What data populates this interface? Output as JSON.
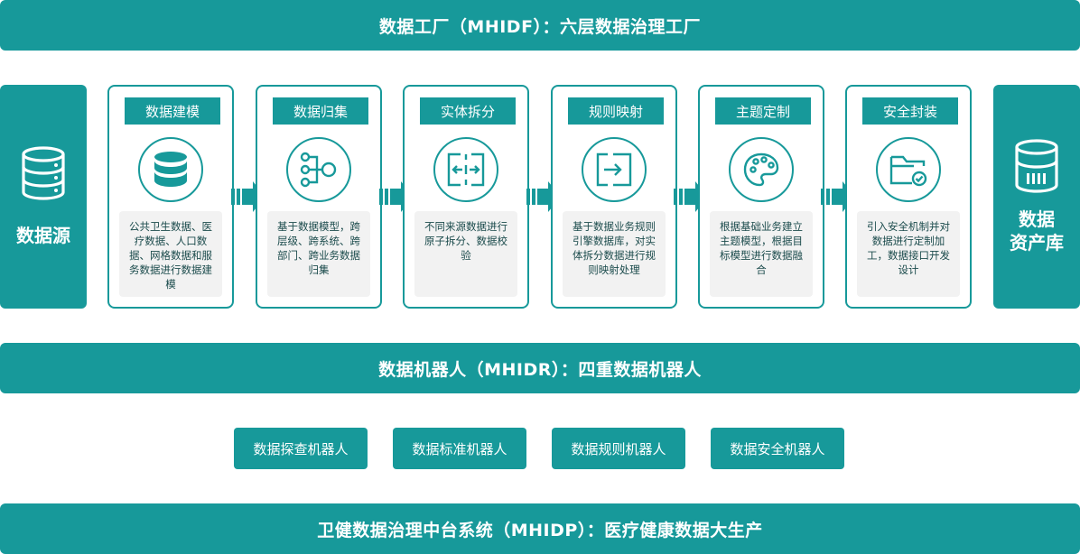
{
  "top_banner": {
    "title": "数据工厂（MHIDF）：六层数据治理工厂"
  },
  "left_panel": {
    "label_line1": "数据源"
  },
  "right_panel": {
    "label_line1": "数据",
    "label_line2": "资产库"
  },
  "steps": [
    {
      "title": "数据建模",
      "desc": "公共卫生数据、医疗数据、人口数据、网格数据和服务数据进行数据建模"
    },
    {
      "title": "数据归集",
      "desc": "基于数据模型，跨层级、跨系统、跨部门、跨业务数据归集"
    },
    {
      "title": "实体拆分",
      "desc": "不同来源数据进行原子拆分、数据校验"
    },
    {
      "title": "规则映射",
      "desc": "基于数据业务规则引擎数据库，对实体拆分数据进行规则映射处理"
    },
    {
      "title": "主题定制",
      "desc": "根据基础业务建立主题模型，根据目标模型进行数据融合"
    },
    {
      "title": "安全封装",
      "desc": "引入安全机制并对数据进行定制加工，数据接口开发设计"
    }
  ],
  "middle_banner": {
    "title": "数据机器人（MHIDR）：四重数据机器人"
  },
  "robots": [
    {
      "label": "数据探查机器人"
    },
    {
      "label": "数据标准机器人"
    },
    {
      "label": "数据规则机器人"
    },
    {
      "label": "数据安全机器人"
    }
  ],
  "bottom_banner": {
    "title": "卫健数据治理中台系统（MHIDP）：医疗健康数据大生产"
  },
  "colors": {
    "teal": "#17999a",
    "desc_bg": "#f2f2f2",
    "desc_text": "#1b4b4c"
  },
  "icons": [
    "database-icon",
    "node-flow-icon",
    "split-arrows-icon",
    "mapping-icon",
    "palette-icon",
    "secure-folder-icon",
    "server-icon",
    "double-chevron-arrow-icon"
  ]
}
